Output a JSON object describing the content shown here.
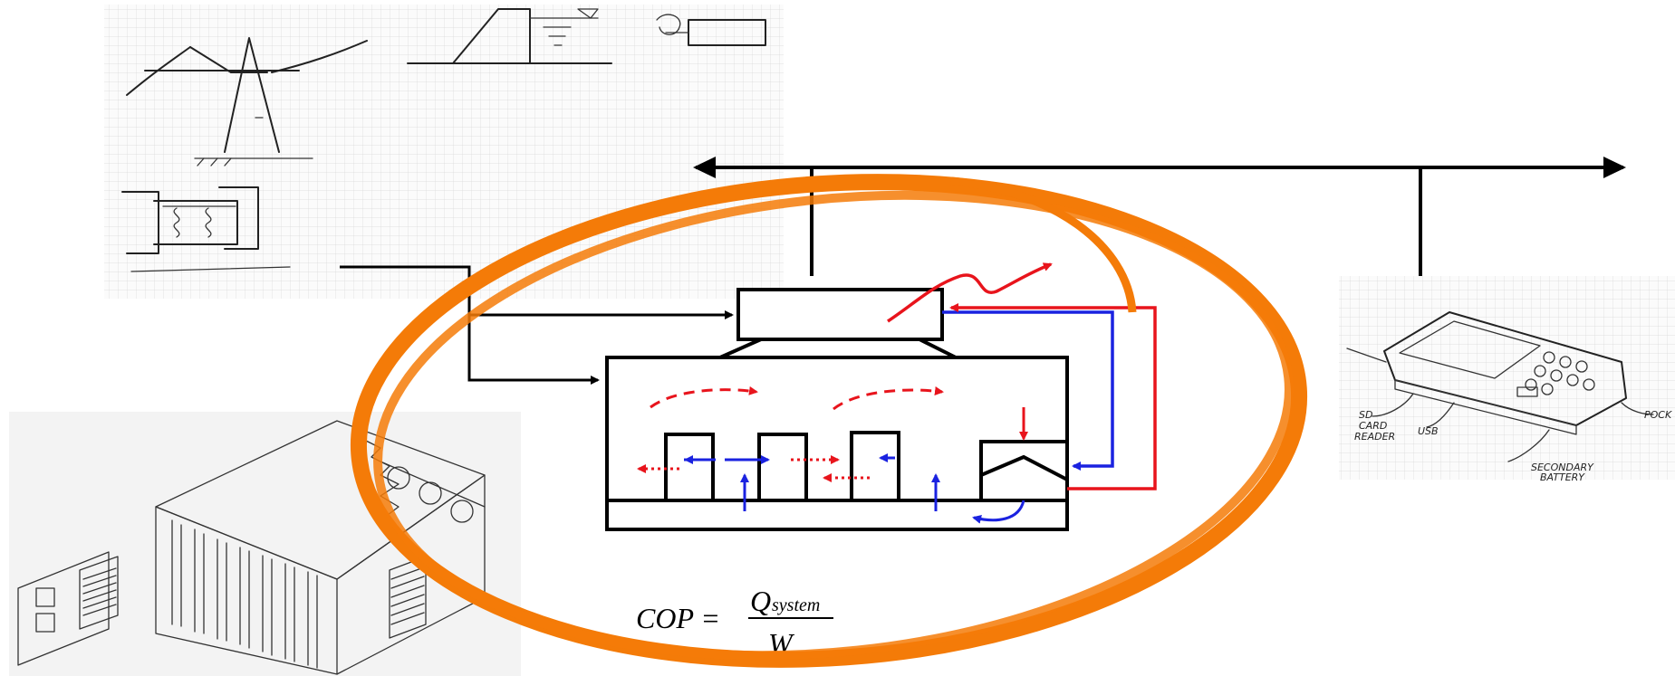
{
  "equation": {
    "lhs": "COP =",
    "numerator_main": "Q",
    "numerator_sub": "system",
    "denominator": "W"
  },
  "device_labels": {
    "sd_card_reader": [
      "SD",
      "CARD",
      "READER"
    ],
    "usb": "USB",
    "secondary_battery": [
      "SECONDARY",
      "BATTERY"
    ],
    "pocket": "POCK"
  },
  "colors": {
    "highlight_ellipse": "#f47b08",
    "heat_flow": "#e8141c",
    "coolant_flow": "#1a22e0",
    "structure": "#000000"
  }
}
